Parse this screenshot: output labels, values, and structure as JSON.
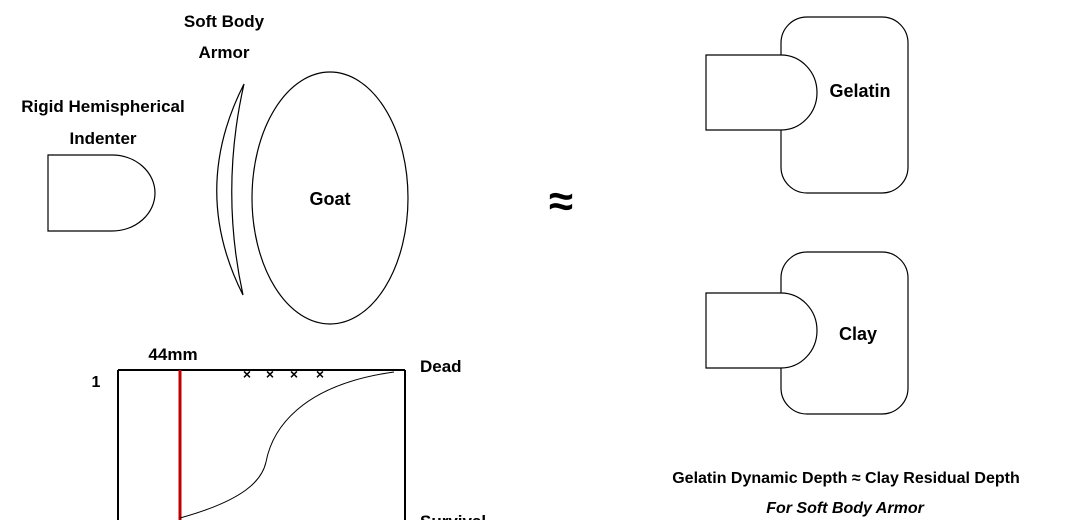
{
  "labels": {
    "soft_body_armor": [
      "Soft Body",
      "Armor"
    ],
    "indenter": [
      "Rigid Hemispherical",
      "Indenter"
    ],
    "goat": "Goat",
    "approx": "≈",
    "gelatin": "Gelatin",
    "clay": "Clay",
    "caption_line1": "Gelatin Dynamic  Depth ≈ Clay Residual Depth",
    "caption_line2": "For Soft Body Armor"
  },
  "plot": {
    "marker_label": "44mm",
    "y_tick_top": "1",
    "dead_label": "Dead",
    "survival_label": "Survival",
    "x_markers": [
      "×",
      "×",
      "×",
      "×"
    ]
  },
  "colors": {
    "stroke": "#000000",
    "marker_line": "#c00000",
    "background": "#ffffff"
  }
}
